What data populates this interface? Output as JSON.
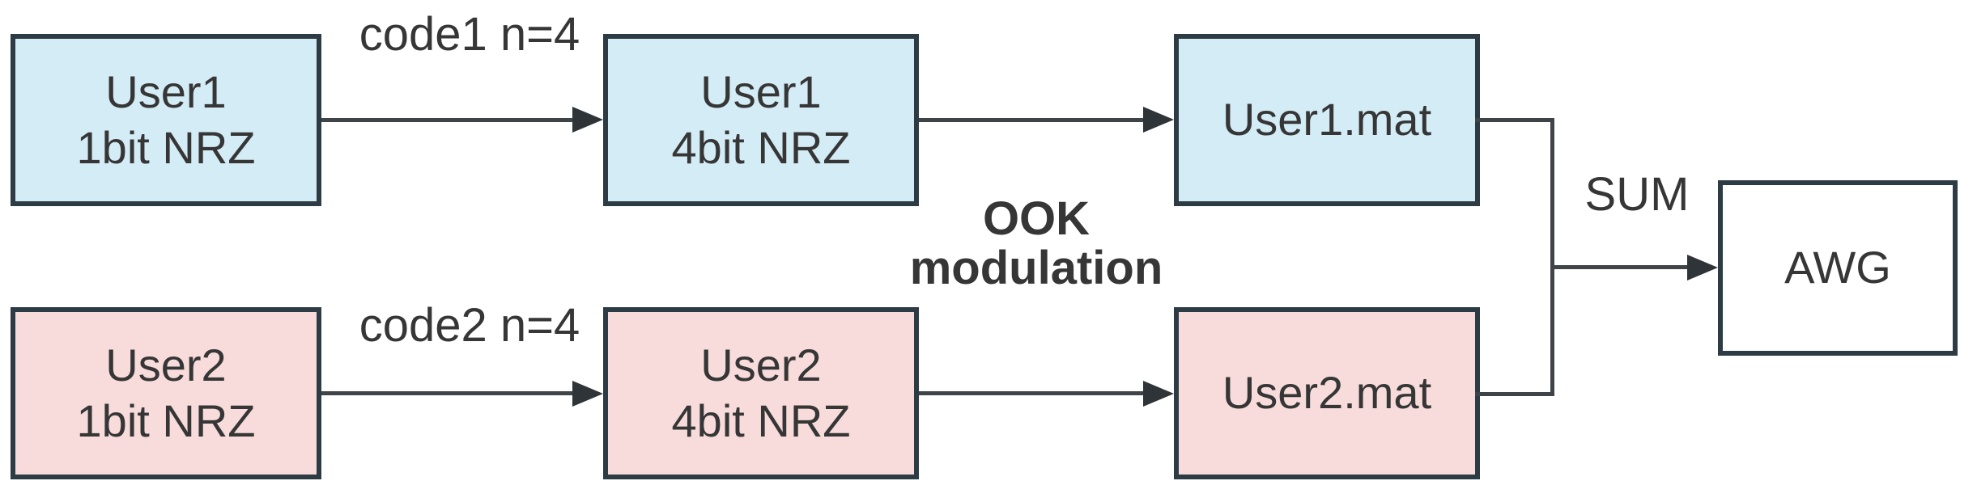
{
  "colors": {
    "user1_fill": "#d3ecf5",
    "user2_fill": "#f8dcdb",
    "awg_fill": "#ffffff",
    "box_border": "#2d3b45",
    "arrow": "#3f4448",
    "text": "#363636"
  },
  "boxes": [
    {
      "id": "user1-1bit-nrz",
      "lines": [
        "User1",
        "1bit NRZ"
      ]
    },
    {
      "id": "user1-4bit-nrz",
      "lines": [
        "User1",
        "4bit NRZ"
      ]
    },
    {
      "id": "user1-mat",
      "lines": [
        "User1.mat"
      ]
    },
    {
      "id": "user2-1bit-nrz",
      "lines": [
        "User2",
        "1bit NRZ"
      ]
    },
    {
      "id": "user2-4bit-nrz",
      "lines": [
        "User2",
        "4bit NRZ"
      ]
    },
    {
      "id": "user2-mat",
      "lines": [
        "User2.mat"
      ]
    },
    {
      "id": "awg",
      "lines": [
        "AWG"
      ]
    }
  ],
  "labels": {
    "code1": "code1 n=4",
    "code2": "code2 n=4",
    "ook_line1": "OOK",
    "ook_line2": "modulation",
    "sum": "SUM"
  }
}
